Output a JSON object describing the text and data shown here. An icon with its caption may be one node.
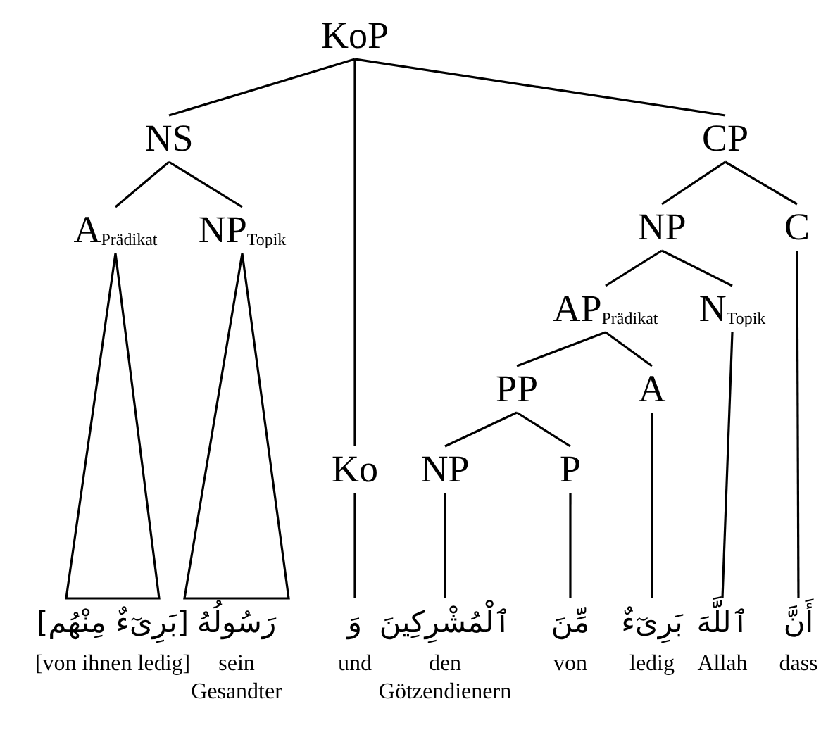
{
  "diagram": {
    "nodes": [
      {
        "text": [
          "KoP"
        ]
      },
      {
        "text": [
          "NS"
        ]
      },
      {
        "text": [
          "CP"
        ]
      },
      {
        "text": [
          "A$_{Prädikat}$"
        ]
      },
      {
        "text": [
          "NP$_{Topik}$"
        ]
      },
      {
        "text": [
          "NP"
        ]
      },
      {
        "text": [
          "C"
        ]
      },
      {
        "text": [
          "AP$_{Prädikat}$"
        ]
      },
      {
        "text": [
          "N$_{Topik}$"
        ]
      },
      {
        "text": [
          "PP"
        ]
      },
      {
        "text": [
          "A"
        ]
      },
      {
        "text": [
          "Ko"
        ]
      },
      {
        "text": [
          "NP"
        ]
      },
      {
        "text": [
          "P"
        ]
      },
      {
        "text": [
          "[بَرِىٓءٌ مِنْهُم]",
          "[von ihnen ledig]"
        ]
      },
      {
        "text": [
          "رَسُولُهُ",
          "sein Gesandter"
        ]
      },
      {
        "text": [
          "وَ",
          "und"
        ]
      },
      {
        "text": [
          "ٱلْمُشْرِكِينَ",
          "den Götzendienern"
        ]
      },
      {
        "text": [
          "مِّنَ",
          "von"
        ]
      },
      {
        "text": [
          "بَرِىٓءٌ",
          "ledig"
        ]
      },
      {
        "text": [
          "ٱللَّهَ",
          "Allah"
        ]
      },
      {
        "text": [
          "أَنَّ",
          "dass"
        ]
      }
    ],
    "edges": [
      {
        "from": 0,
        "to": 1,
        "arrow": "none"
      },
      {
        "from": 0,
        "to": 11,
        "arrow": "none"
      },
      {
        "from": 0,
        "to": 2,
        "arrow": "none"
      },
      {
        "from": 1,
        "to": 3,
        "arrow": "none"
      },
      {
        "from": 1,
        "to": 4,
        "arrow": "none"
      },
      {
        "from": 2,
        "to": 5,
        "arrow": "none"
      },
      {
        "from": 2,
        "to": 6,
        "arrow": "none"
      },
      {
        "from": 5,
        "to": 7,
        "arrow": "none"
      },
      {
        "from": 5,
        "to": 8,
        "arrow": "none"
      },
      {
        "from": 7,
        "to": 9,
        "arrow": "none"
      },
      {
        "from": 7,
        "to": 10,
        "arrow": "none"
      },
      {
        "from": 9,
        "to": 12,
        "arrow": "none"
      },
      {
        "from": 9,
        "to": 13,
        "arrow": "none"
      },
      {
        "from": 3,
        "to": 14,
        "arrow": "none"
      },
      {
        "from": 4,
        "to": 15,
        "arrow": "none"
      },
      {
        "from": 11,
        "to": 16,
        "arrow": "none"
      },
      {
        "from": 12,
        "to": 17,
        "arrow": "none"
      },
      {
        "from": 13,
        "to": 18,
        "arrow": "none"
      },
      {
        "from": 10,
        "to": 19,
        "arrow": "none"
      },
      {
        "from": 8,
        "to": 20,
        "arrow": "none"
      },
      {
        "from": 6,
        "to": 21,
        "arrow": "none"
      }
    ]
  }
}
